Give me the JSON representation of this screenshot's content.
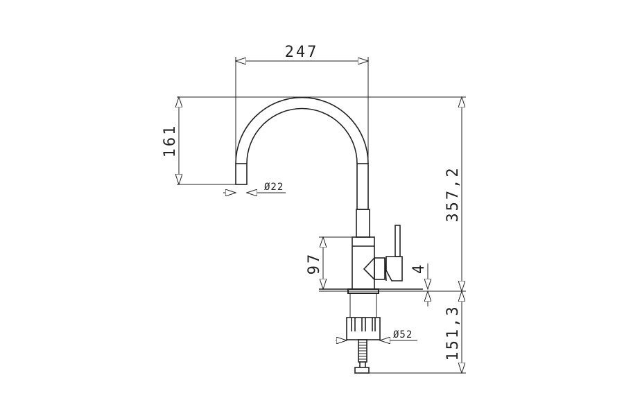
{
  "drawing": {
    "subject": "faucet",
    "dimensions": {
      "spout_reach": "247",
      "spout_drop": "161",
      "spout_diameter": "Ø22",
      "total_height": "357,2",
      "body_height": "97",
      "flange_thickness": "4",
      "below_counter": "151,3",
      "shank_diameter": "Ø52"
    },
    "line_color": "#222222"
  }
}
